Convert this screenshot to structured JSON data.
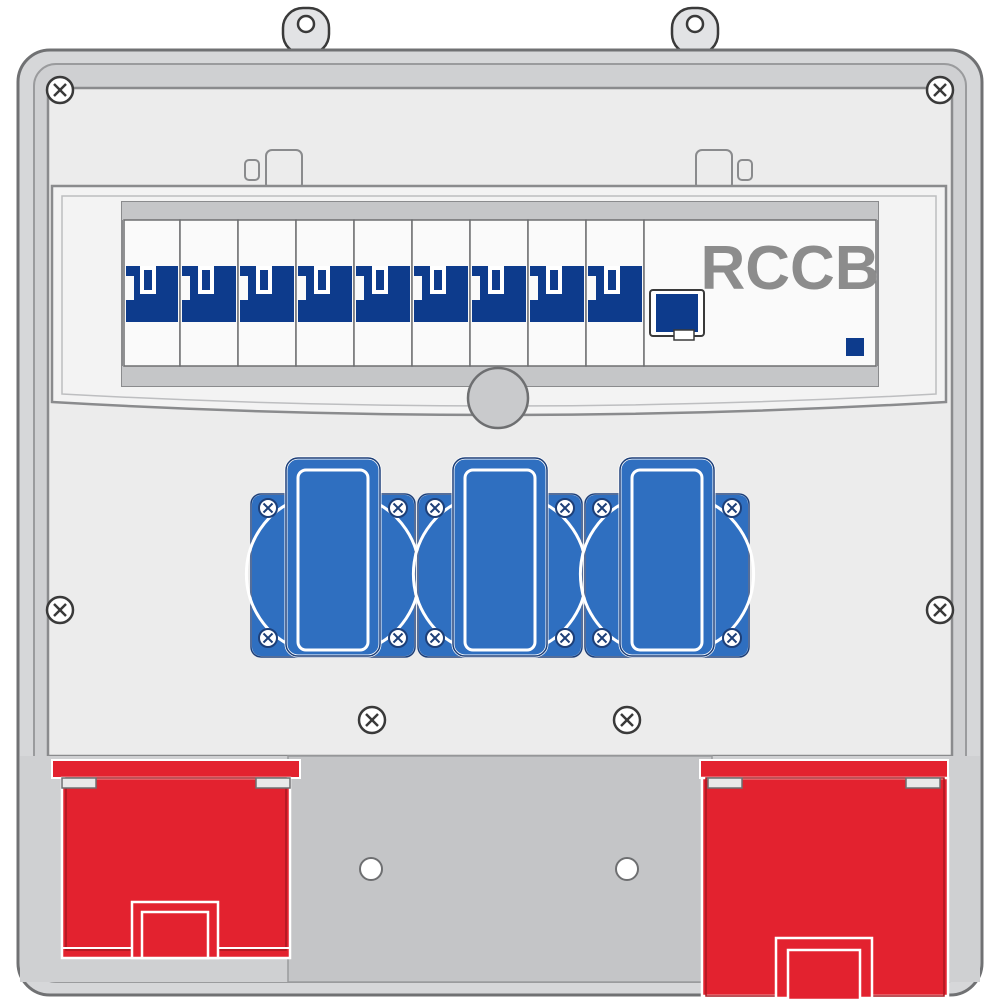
{
  "panel": {
    "rccb_label": "RCCB",
    "breaker_count": 9,
    "socket_count": 3,
    "cee_socket_count": 2
  },
  "colors": {
    "housing": "#d6d7d9",
    "housing_outline": "#8a8b8d",
    "panel_face": "#ececec",
    "breaker_blue": "#0d3b8c",
    "socket_blue": "#2f6fc0",
    "cee_red": "#e3222f",
    "label_gray": "#8c8c8c"
  }
}
